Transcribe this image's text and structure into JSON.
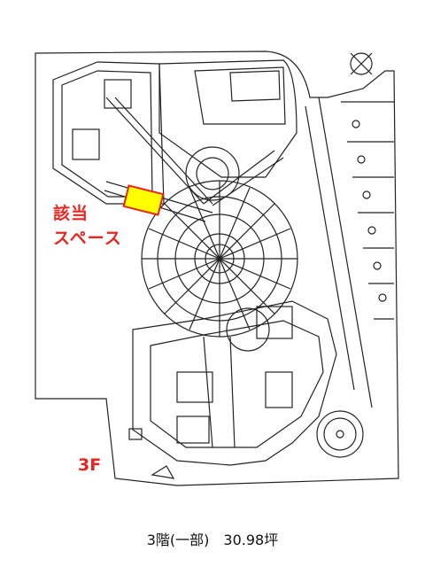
{
  "labels": {
    "target_line1": "該当",
    "target_line2": "スペース",
    "floor": "3F"
  },
  "caption": "3階(一部)　30.98坪",
  "colors": {
    "label_red": "#e8251f",
    "highlight_fill": "#ffff00",
    "highlight_stroke": "#e8251f",
    "line": "#222222"
  },
  "icons": [
    "compass-icon",
    "circular-plaza-icon"
  ]
}
